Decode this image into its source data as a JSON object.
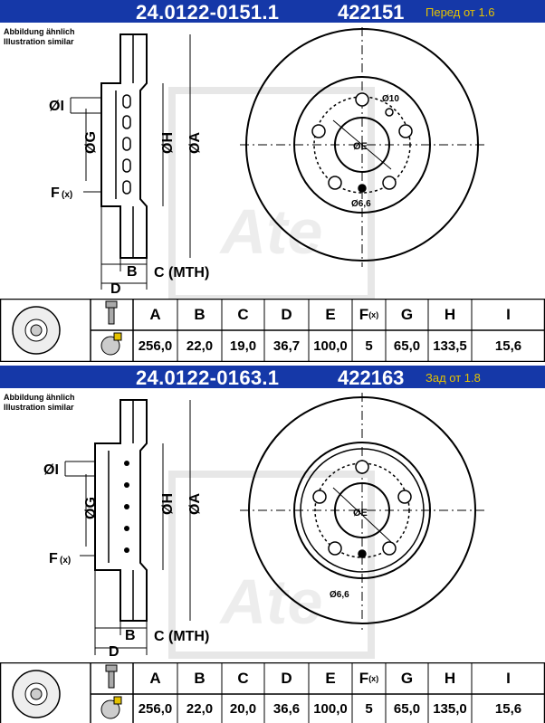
{
  "labels": {
    "similar_de": "Abbildung ähnlich",
    "similar_en": "Illustration similar",
    "A": "ØA",
    "H": "ØH",
    "G": "ØG",
    "I": "ØI",
    "E": "ØE",
    "F": "F",
    "Fx": "(x)",
    "B": "B",
    "C": "C (MTH)",
    "D": "D",
    "hole1": "Ø10",
    "hole2": "Ø6,6",
    "brand": "Ate"
  },
  "columns": [
    "A",
    "B",
    "C",
    "D",
    "E",
    "F",
    "G",
    "H",
    "I"
  ],
  "f_suffix": "(x)",
  "parts": [
    {
      "part_number": "24.0122-0151.1",
      "code": "422151",
      "note": "Перед от 1.6",
      "values": [
        "256,0",
        "22,0",
        "19,0",
        "36,7",
        "100,0",
        "5",
        "65,0",
        "133,5",
        "15,6"
      ]
    },
    {
      "part_number": "24.0122-0163.1",
      "code": "422163",
      "note": "Зад от 1.8",
      "values": [
        "256,0",
        "22,0",
        "20,0",
        "36,6",
        "100,0",
        "5",
        "65,0",
        "135,0",
        "15,6"
      ]
    }
  ]
}
